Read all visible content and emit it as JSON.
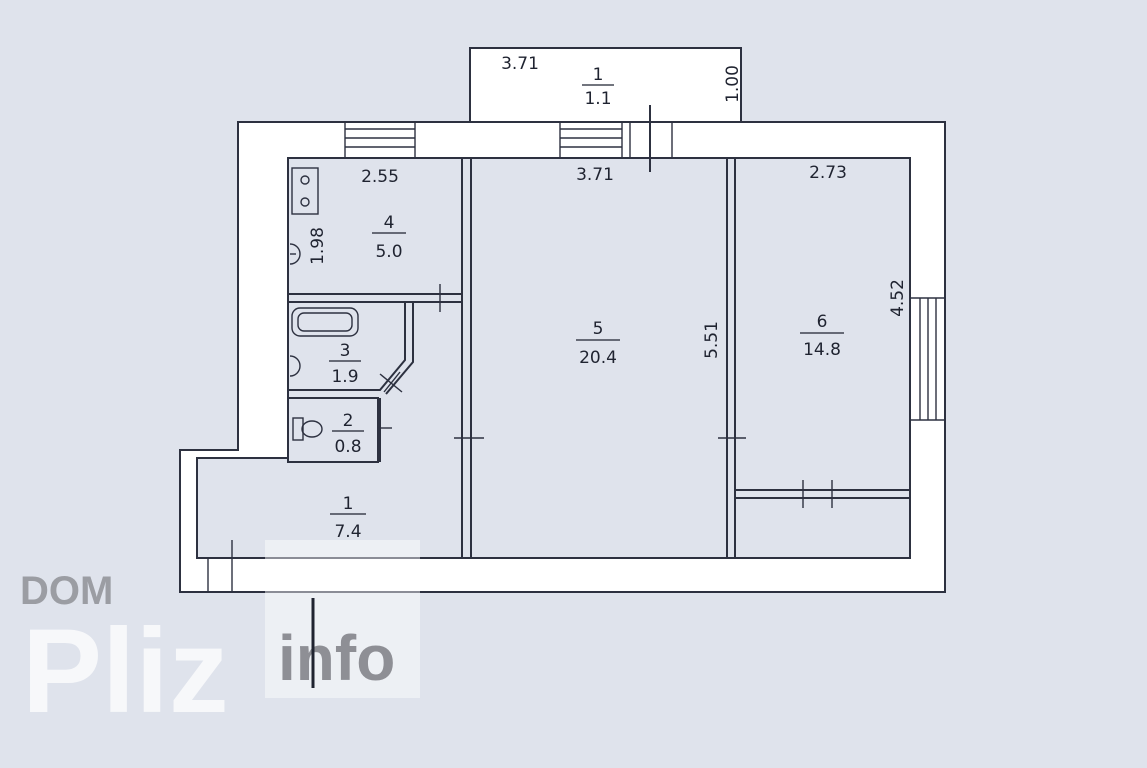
{
  "floor_plan": {
    "rooms": [
      {
        "id": "balcony",
        "number": "1",
        "area": "1.1"
      },
      {
        "id": "kitchen",
        "number": "4",
        "area": "5.0"
      },
      {
        "id": "living",
        "number": "5",
        "area": "20.4"
      },
      {
        "id": "bedroom",
        "number": "6",
        "area": "14.8"
      },
      {
        "id": "bathroom",
        "number": "3",
        "area": "1.9"
      },
      {
        "id": "toilet",
        "number": "2",
        "area": "0.8"
      },
      {
        "id": "hall",
        "number": "1",
        "area": "7.4"
      }
    ],
    "dimensions": {
      "balcony_width": "3.71",
      "balcony_depth": "1.00",
      "kitchen_width": "2.55",
      "kitchen_depth": "1.98",
      "living_width": "3.71",
      "living_depth": "5.51",
      "bedroom_width": "2.73",
      "bedroom_depth": "4.52"
    }
  },
  "watermark": {
    "brand_top": "DOM",
    "brand_main": "Pliz",
    "brand_suffix": "info"
  }
}
